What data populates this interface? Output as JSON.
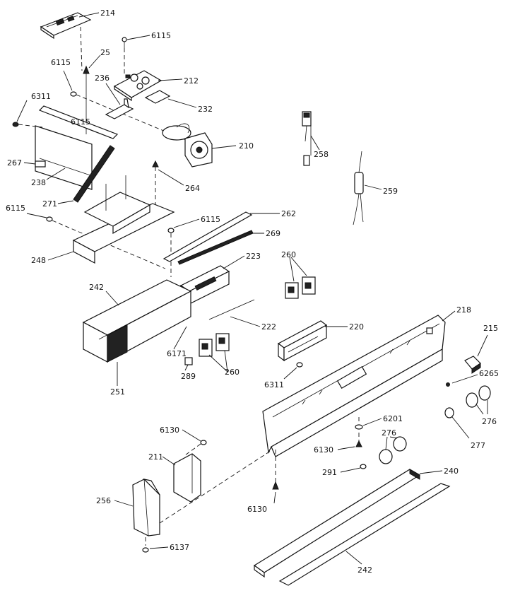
{
  "labels": {
    "p214": "214",
    "p6115a": "6115",
    "p25": "25",
    "p6115b": "6115",
    "p236": "236",
    "p212": "212",
    "p232": "232",
    "p6311": "6311",
    "p6115c": "6115",
    "p210": "210",
    "p267": "267",
    "p238": "238",
    "p264": "264",
    "p258": "258",
    "p259": "259",
    "p271": "271",
    "p6115d": "6115",
    "p6115e": "6115",
    "p262": "262",
    "p269": "269",
    "p248": "248",
    "p223": "223",
    "p260a": "260",
    "p242a": "242",
    "p218": "218",
    "p222": "222",
    "p220": "220",
    "p215": "215",
    "p6171": "6171",
    "p260b": "260",
    "p6265": "6265",
    "p251": "251",
    "p289": "289",
    "p6311b": "6311",
    "p6201": "6201",
    "p276a": "276",
    "p276b": "276",
    "p277": "277",
    "p6130a": "6130",
    "p6130b": "6130",
    "p211": "211",
    "p291": "291",
    "p240": "240",
    "p256": "256",
    "p6130c": "6130",
    "p6137": "6137",
    "p242b": "242"
  }
}
